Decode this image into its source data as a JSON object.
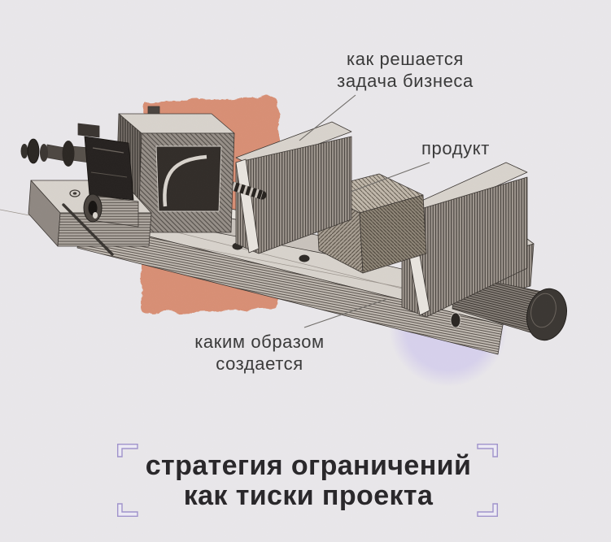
{
  "palette": {
    "page-background": "#e9e7ea",
    "accent-orange": "#d88f74",
    "accent-lavender": "#d6d0ec",
    "bracket-purple": "#a093cb",
    "annotation-text": "#3a3a3a",
    "title-text": "#2a282b",
    "leader-line": "#706d69",
    "engraving-ink": "#35302c"
  },
  "annotations": {
    "business_task": {
      "line1": "как решается",
      "line2": "задача бизнеса"
    },
    "product": {
      "label": "продукт"
    },
    "creation_method": {
      "line1": "каким образом",
      "line2": "создается"
    }
  },
  "title": {
    "line1": "стратегия ограничений",
    "line2": "как тиски проекта"
  },
  "illustration": {
    "name": "vise-engraving"
  }
}
